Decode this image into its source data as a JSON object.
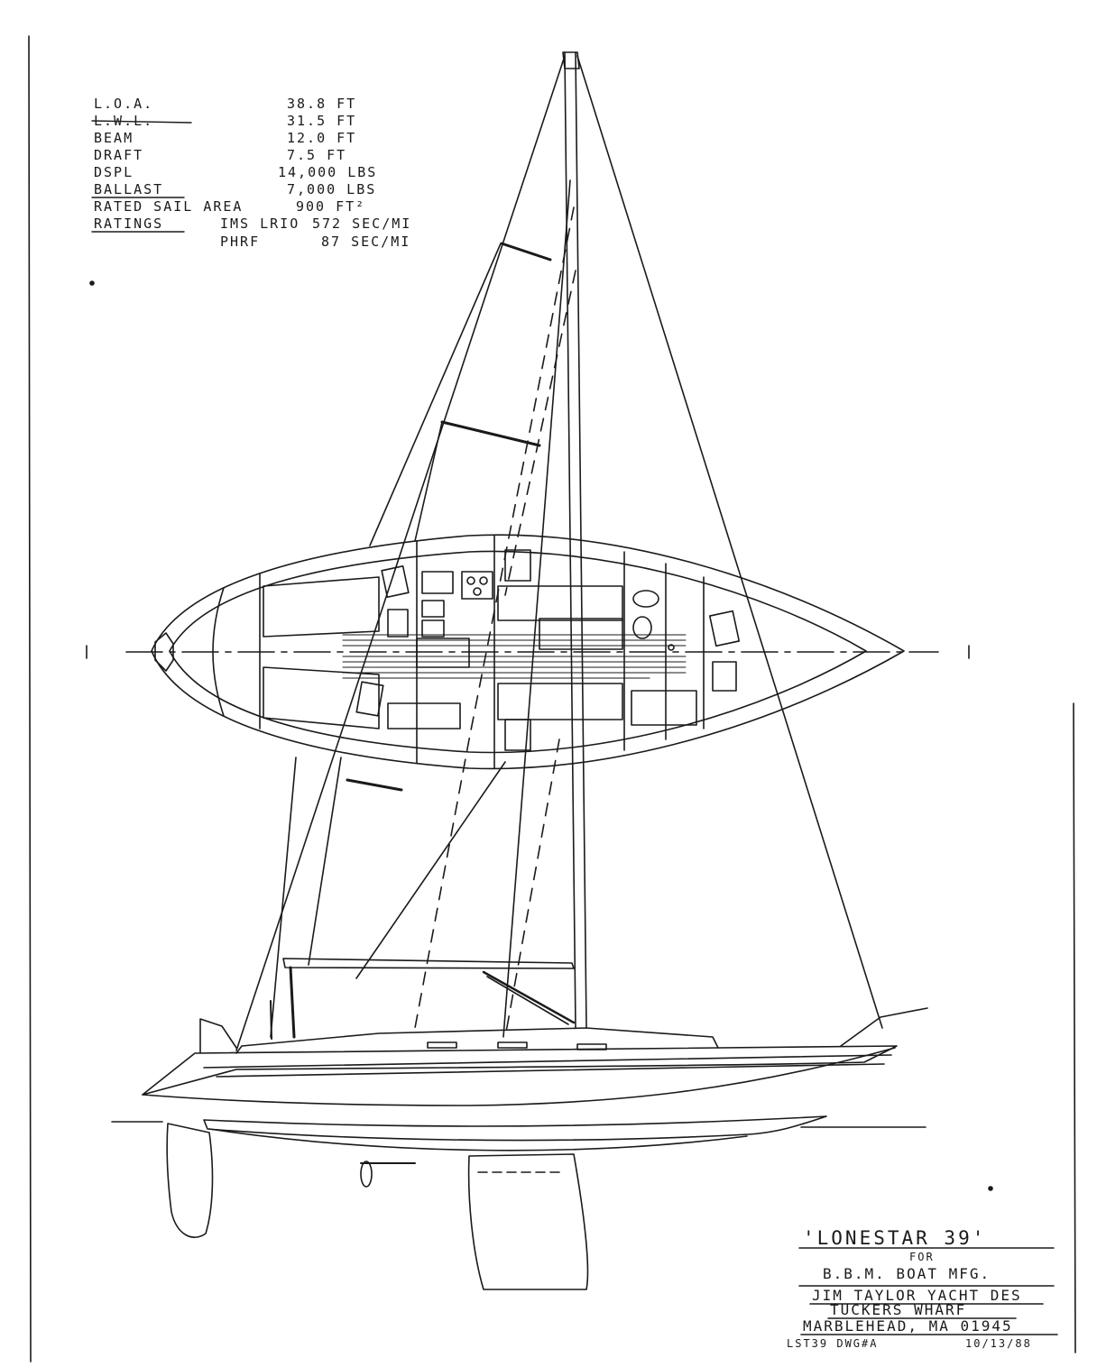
{
  "specs": {
    "rows": [
      {
        "label": "L.O.A.",
        "value": "38.8 FT"
      },
      {
        "label": "L.W.L.",
        "value": "31.5 FT"
      },
      {
        "label": "BEAM",
        "value": "12.0 FT"
      },
      {
        "label": "DRAFT",
        "value": "7.5 FT"
      },
      {
        "label": "DSPL",
        "value": "14,000 LBS"
      },
      {
        "label": "BALLAST",
        "value": "7,000 LBS"
      },
      {
        "label": "RATED SAIL AREA",
        "value": "900 FT²"
      }
    ],
    "ratings": {
      "label": "RATINGS",
      "items": [
        {
          "system": "IMS LRIO",
          "value": "572 SEC/MI"
        },
        {
          "system": "PHRF",
          "value": "87 SEC/MI"
        }
      ]
    }
  },
  "title_block": {
    "title": "'LONESTAR 39'",
    "for_label": "FOR",
    "client": "B.B.M. BOAT MFG.",
    "designer": "JIM TAYLOR YACHT DES",
    "address1": "TUCKERS WHARF",
    "address2": "MARBLEHEAD, MA 01945",
    "drawing_no": "LST39 DWG#A",
    "date": "10/13/88"
  },
  "colors": {
    "ink": "#1a1a1a",
    "paper": "#ffffff"
  }
}
